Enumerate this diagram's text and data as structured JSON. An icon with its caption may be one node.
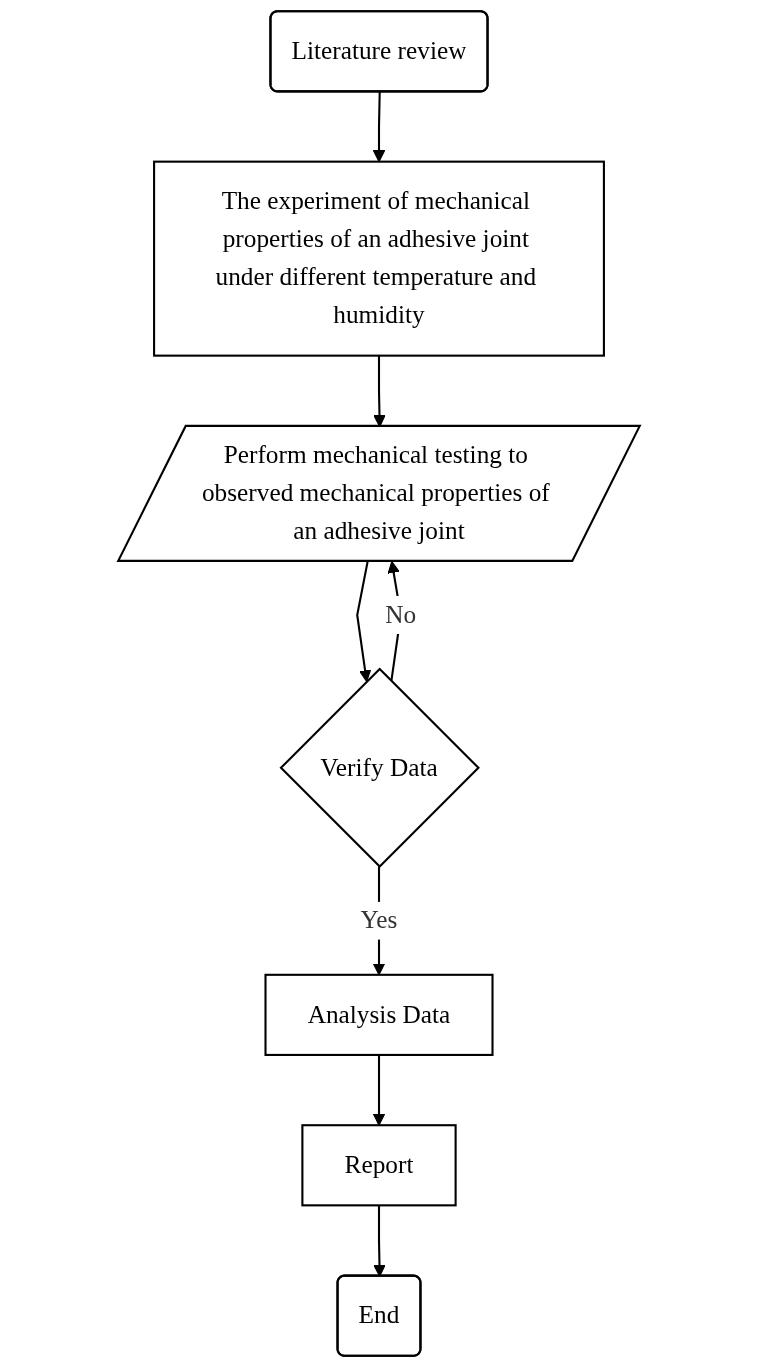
{
  "diagram": {
    "nodes": [
      {
        "text": [
          "Literature review"
        ]
      },
      {
        "text": [
          "The experiment of mechanical properties of an adhesive joint under different temperature and humidity"
        ]
      },
      {
        "text": [
          "Perform mechanical testing to observed mechanical properties of an adhesive joint"
        ]
      },
      {
        "text": [
          "Verify Data"
        ]
      },
      {
        "text": [
          "Analysis Data"
        ]
      },
      {
        "text": [
          "Report"
        ]
      },
      {
        "text": [
          "End"
        ]
      }
    ],
    "edges": [
      {
        "from": 0,
        "to": 1,
        "arrow": "to"
      },
      {
        "from": 1,
        "to": 2,
        "arrow": "to"
      },
      {
        "from": 2,
        "to": 3,
        "arrow": "to"
      },
      {
        "from": 3,
        "to": 4,
        "arrow": "to",
        "label": "Yes"
      },
      {
        "from": 3,
        "to": 2,
        "arrow": "to",
        "label": "No"
      },
      {
        "from": 4,
        "to": 5,
        "arrow": "to"
      },
      {
        "from": 5,
        "to": 6,
        "arrow": "to"
      }
    ]
  }
}
